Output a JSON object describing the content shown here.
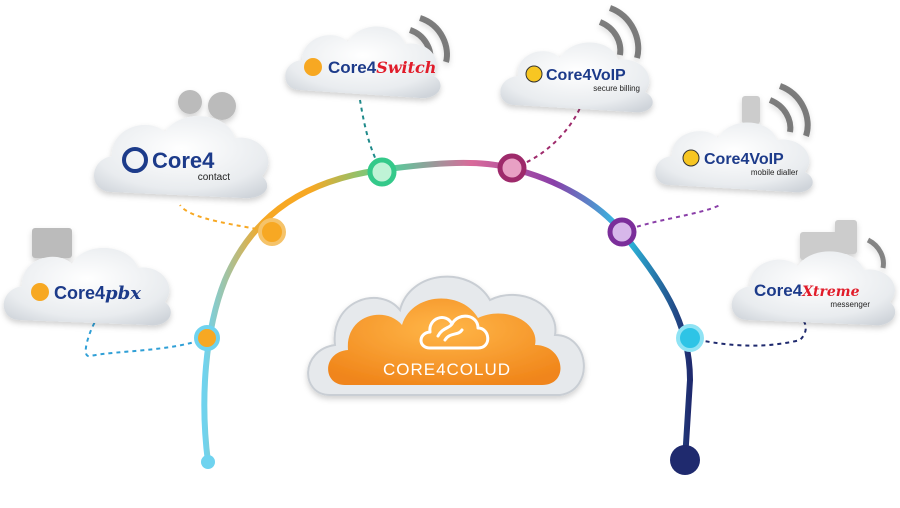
{
  "center": {
    "label": "CORE4COLUD",
    "color": "#f7941d"
  },
  "products": [
    {
      "id": "switch",
      "main": "Core4",
      "script": "Switch",
      "sub": "",
      "main_color": "#1f3a8a",
      "script_color": "#e11d2a"
    },
    {
      "id": "voip-sb",
      "main": "Core4VoIP",
      "script": "",
      "sub": "secure billing",
      "main_color": "#1f3a8a",
      "script_color": "#e11d2a"
    },
    {
      "id": "contact",
      "main": "Core4",
      "script": "",
      "sub": "contact",
      "main_color": "#1f3a8a",
      "script_color": "#e11d2a"
    },
    {
      "id": "voip-md",
      "main": "Core4VoIP",
      "script": "",
      "sub": "mobile dialler",
      "main_color": "#1f3a8a",
      "script_color": "#e11d2a"
    },
    {
      "id": "pbx",
      "main": "Core4",
      "script": "pbx",
      "sub": "",
      "main_color": "#1f3a8a",
      "script_color": "#1f3a8a"
    },
    {
      "id": "xtreme",
      "main": "Core4",
      "script": "Xtreme",
      "sub": "messenger",
      "main_color": "#1f3a8a",
      "script_color": "#e11d2a"
    }
  ],
  "colors": {
    "arc_start": "#6fd3ef",
    "orange": "#f7a823",
    "green": "#4fd19a",
    "pink": "#d96a9a",
    "magenta": "#9e2a6b",
    "purple": "#8a3fa8",
    "cyan": "#2ec4e6",
    "navy": "#1f2a6e"
  }
}
